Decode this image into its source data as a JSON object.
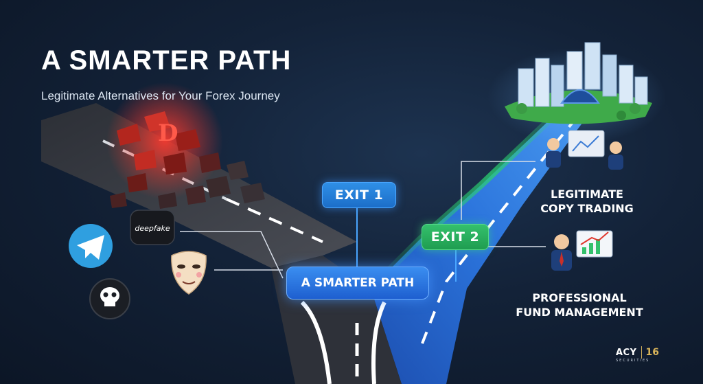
{
  "header": {
    "title": "A SMARTER PATH",
    "subtitle": "Legitimate Alternatives for Your Forex Journey"
  },
  "signs": {
    "exit_1": "EXIT 1",
    "exit_2": "EXIT 2",
    "center": "A SMARTER PATH"
  },
  "labels": {
    "copy_trading_line1": "LEGITIMATE",
    "copy_trading_line2": "COPY TRADING",
    "fund_management_line1": "PROFESSIONAL",
    "fund_management_line2": "FUND MANAGEMENT"
  },
  "scam_icons": {
    "deepfake_text": "deepfake",
    "icons": [
      "telegram-icon",
      "skull-icon",
      "mask-icon",
      "deepfake-icon"
    ]
  },
  "logo": {
    "brand": "ACY",
    "years": "16",
    "sub": "SECURITIES"
  },
  "colors": {
    "background": "#132238",
    "road_left": "#3c3f46",
    "road_right": "#2a6fd6",
    "exit_1": "#1f77d6",
    "exit_2": "#22a556",
    "danger": "#e0362c"
  }
}
